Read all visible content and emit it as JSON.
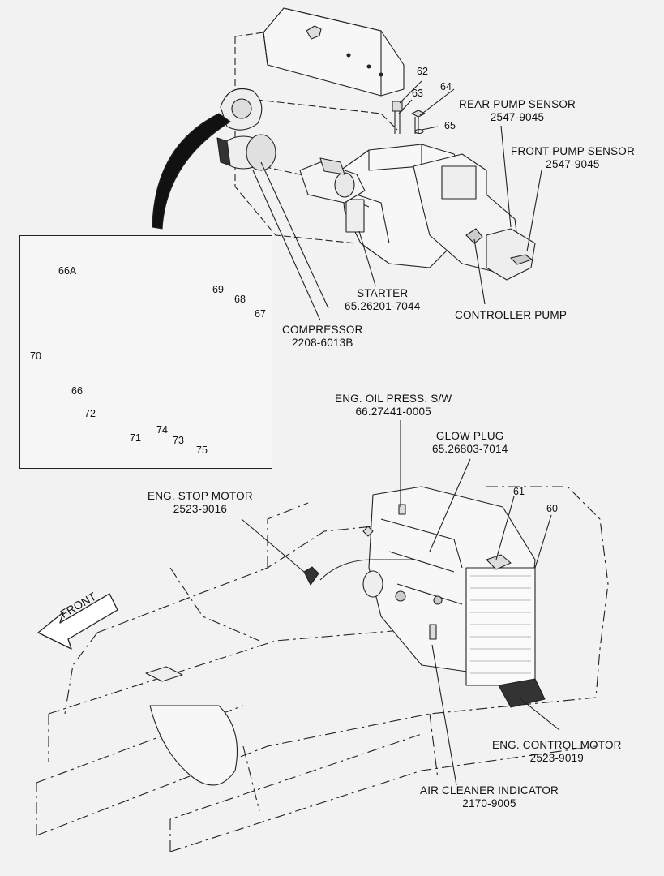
{
  "engine_top": {
    "rear_pump_sensor": {
      "name": "REAR PUMP SENSOR",
      "part": "2547-9045"
    },
    "front_pump_sensor": {
      "name": "FRONT PUMP SENSOR",
      "part": "2547-9045"
    },
    "starter": {
      "name": "STARTER",
      "part": "65.26201-7044"
    },
    "compressor": {
      "name": "COMPRESSOR",
      "part": "2208-6013B"
    },
    "controller_pump": {
      "name": "CONTROLLER PUMP"
    },
    "callouts": [
      "62",
      "63",
      "64",
      "65"
    ]
  },
  "inset": {
    "callouts": [
      "66A",
      "69",
      "68",
      "67",
      "70",
      "66",
      "72",
      "71",
      "74",
      "73",
      "75"
    ]
  },
  "chassis": {
    "oil_press": {
      "name": "ENG. OIL PRESS. S/W",
      "part": "66.27441-0005"
    },
    "glow_plug": {
      "name": "GLOW PLUG",
      "part": "65.26803-7014"
    },
    "stop_motor": {
      "name": "ENG. STOP MOTOR",
      "part": "2523-9016"
    },
    "control_motor": {
      "name": "ENG. CONTROL MOTOR",
      "part": "2523-9019"
    },
    "air_cleaner": {
      "name": "AIR CLEANER INDICATOR",
      "part": "2170-9005"
    },
    "front_arrow": "FRONT",
    "callouts": [
      "61",
      "60"
    ]
  }
}
